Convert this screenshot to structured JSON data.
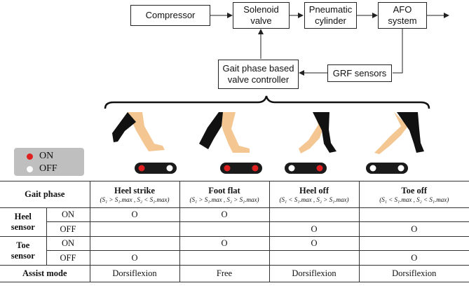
{
  "diagram": {
    "compressor": "Compressor",
    "solenoid_valve": "Solenoid\nvalve",
    "pneumatic_cylinder": "Pneumatic\ncylinder",
    "afo_system": "AFO\nsystem",
    "valve_controller": "Gait phase based\nvalve controller",
    "grf_sensors": "GRF sensors"
  },
  "legend": {
    "on": "ON",
    "off": "OFF",
    "on_color": "#e02020",
    "off_color": "#ffffff"
  },
  "insoles": [
    {
      "heel": "on",
      "toe": "off"
    },
    {
      "heel": "on",
      "toe": "on"
    },
    {
      "heel": "off",
      "toe": "on"
    },
    {
      "heel": "off",
      "toe": "off"
    }
  ],
  "table": {
    "gait_phase_label": "Gait phase",
    "phases": [
      {
        "name": "Heel strike",
        "cond": "(S₁ > S₁.max , S₂ < S₁.max)"
      },
      {
        "name": "Foot flat",
        "cond": "(S₁ > S₁.max , S₂ > S₁.max)"
      },
      {
        "name": "Heel off",
        "cond": "(S₁ < S₁.max , S₂ > S₁.max)"
      },
      {
        "name": "Toe off",
        "cond": "(S₁ < S₁.max , S₂ < S₁.max)"
      }
    ],
    "heel_label": "Heel\nsensor",
    "toe_label": "Toe\nsensor",
    "on": "ON",
    "off": "OFF",
    "heel_on": [
      "O",
      "O",
      "",
      ""
    ],
    "heel_off": [
      "",
      "",
      "O",
      "O"
    ],
    "toe_on": [
      "",
      "O",
      "O",
      ""
    ],
    "toe_off": [
      "O",
      "",
      "",
      "O"
    ],
    "assist_label": "Assist mode",
    "assist": [
      "Dorsiflexion",
      "Free",
      "Dorsiflexion",
      "Dorsiflexion"
    ]
  }
}
